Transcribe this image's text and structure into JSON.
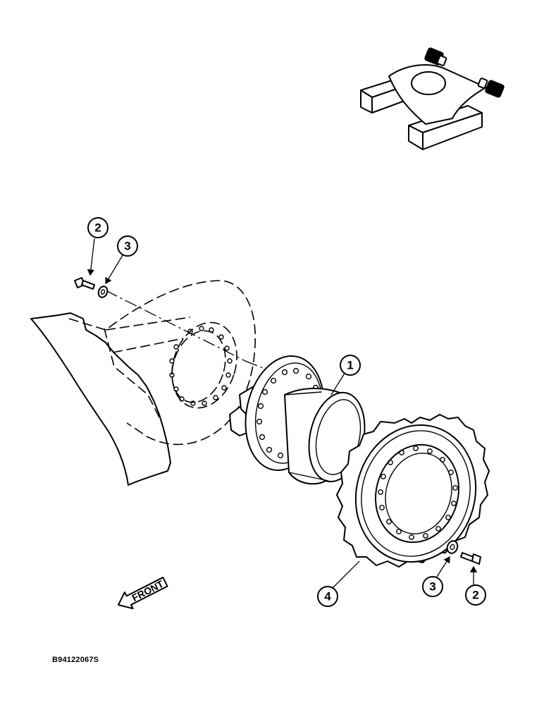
{
  "callouts": {
    "c1": "1",
    "c2_top": "2",
    "c3_top": "3",
    "c2_bottom": "2",
    "c3_bottom": "3",
    "c4": "4"
  },
  "direction_arrow": {
    "label": "FRONT"
  },
  "figure_id": "B94122067S",
  "colors": {
    "ink": "#000000",
    "paper": "#ffffff"
  }
}
